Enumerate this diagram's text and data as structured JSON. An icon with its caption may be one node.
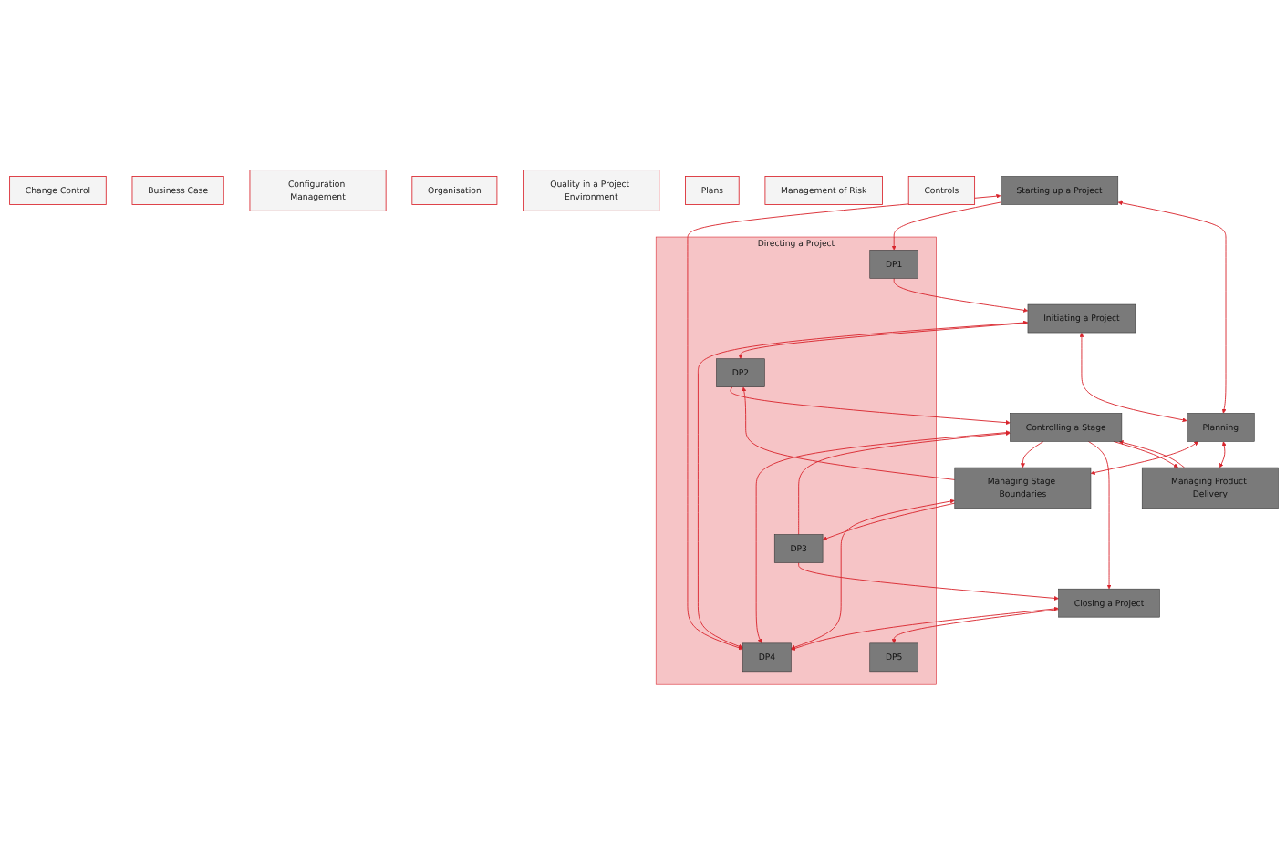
{
  "diagram": {
    "nodes": [
      {
        "text": [
          "Change Control"
        ]
      },
      {
        "text": [
          "Business Case"
        ]
      },
      {
        "text": [
          "Configuration Management"
        ]
      },
      {
        "text": [
          "Organisation"
        ]
      },
      {
        "text": [
          "Quality in a Project Environment"
        ]
      },
      {
        "text": [
          "Plans"
        ]
      },
      {
        "text": [
          "Management of Risk"
        ]
      },
      {
        "text": [
          "Controls"
        ]
      },
      {
        "text": [
          "Directing a Project"
        ]
      },
      {
        "text": [
          "DP4"
        ],
        "in": 8
      },
      {
        "text": [
          "DP1"
        ],
        "in": 8
      },
      {
        "text": [
          "DP2"
        ],
        "in": 8
      },
      {
        "text": [
          "DP3"
        ],
        "in": 8
      },
      {
        "text": [
          "DP5"
        ],
        "in": 8
      },
      {
        "text": [
          "Managing Stage Boundaries"
        ]
      },
      {
        "text": [
          "Starting up a Project"
        ]
      },
      {
        "text": [
          "Initiating a Project"
        ]
      },
      {
        "text": [
          "Controlling a Stage"
        ]
      },
      {
        "text": [
          "Closing a Project"
        ]
      },
      {
        "text": [
          "Planning"
        ]
      },
      {
        "text": [
          "Managing Product Delivery"
        ]
      }
    ],
    "edges": [
      {
        "from": 15,
        "to": 9,
        "arrow": "both"
      },
      {
        "from": 15,
        "to": 10,
        "arrow": "to"
      },
      {
        "from": 10,
        "to": 16,
        "arrow": "to"
      },
      {
        "from": 16,
        "to": 9,
        "arrow": "both"
      },
      {
        "from": 16,
        "to": 11,
        "arrow": "to"
      },
      {
        "from": 11,
        "to": 17,
        "arrow": "to"
      },
      {
        "from": 14,
        "to": 11,
        "arrow": "to"
      },
      {
        "from": 14,
        "to": 9,
        "arrow": "both"
      },
      {
        "from": 14,
        "to": 12,
        "arrow": "to"
      },
      {
        "from": 12,
        "to": 17,
        "arrow": "to"
      },
      {
        "from": 12,
        "to": 18,
        "arrow": "to"
      },
      {
        "from": 17,
        "to": 9,
        "arrow": "both"
      },
      {
        "from": 17,
        "to": 14,
        "arrow": "to"
      },
      {
        "from": 17,
        "to": 18,
        "arrow": "to"
      },
      {
        "from": 18,
        "to": 9,
        "arrow": "both"
      },
      {
        "from": 18,
        "to": 13,
        "arrow": "to"
      },
      {
        "from": 15,
        "to": 19,
        "arrow": "both"
      },
      {
        "from": 16,
        "to": 19,
        "arrow": "both"
      },
      {
        "from": 19,
        "to": 14,
        "arrow": "both"
      },
      {
        "from": 19,
        "to": 20,
        "arrow": "both"
      },
      {
        "from": 20,
        "to": 17,
        "arrow": "to"
      },
      {
        "from": 17,
        "to": 20,
        "arrow": "to"
      }
    ]
  }
}
